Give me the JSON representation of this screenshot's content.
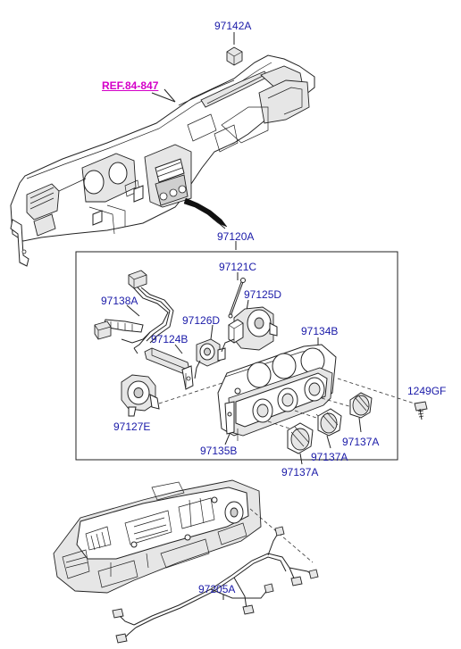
{
  "parts": {
    "p97142A": "97142A",
    "ref": "REF.84-847",
    "p97120A": "97120A",
    "p97121C": "97121C",
    "p97138A": "97138A",
    "p97125D": "97125D",
    "p97126D": "97126D",
    "p97124B": "97124B",
    "p97134B": "97134B",
    "p1249GF": "1249GF",
    "p97127E": "97127E",
    "p97137A_1": "97137A",
    "p97137A_2": "97137A",
    "p97137A_3": "97137A",
    "p97135B": "97135B",
    "p97205A": "97205A"
  },
  "colors": {
    "label": "#1a1aa8",
    "reference": "#d400c8",
    "line": "#222222"
  }
}
